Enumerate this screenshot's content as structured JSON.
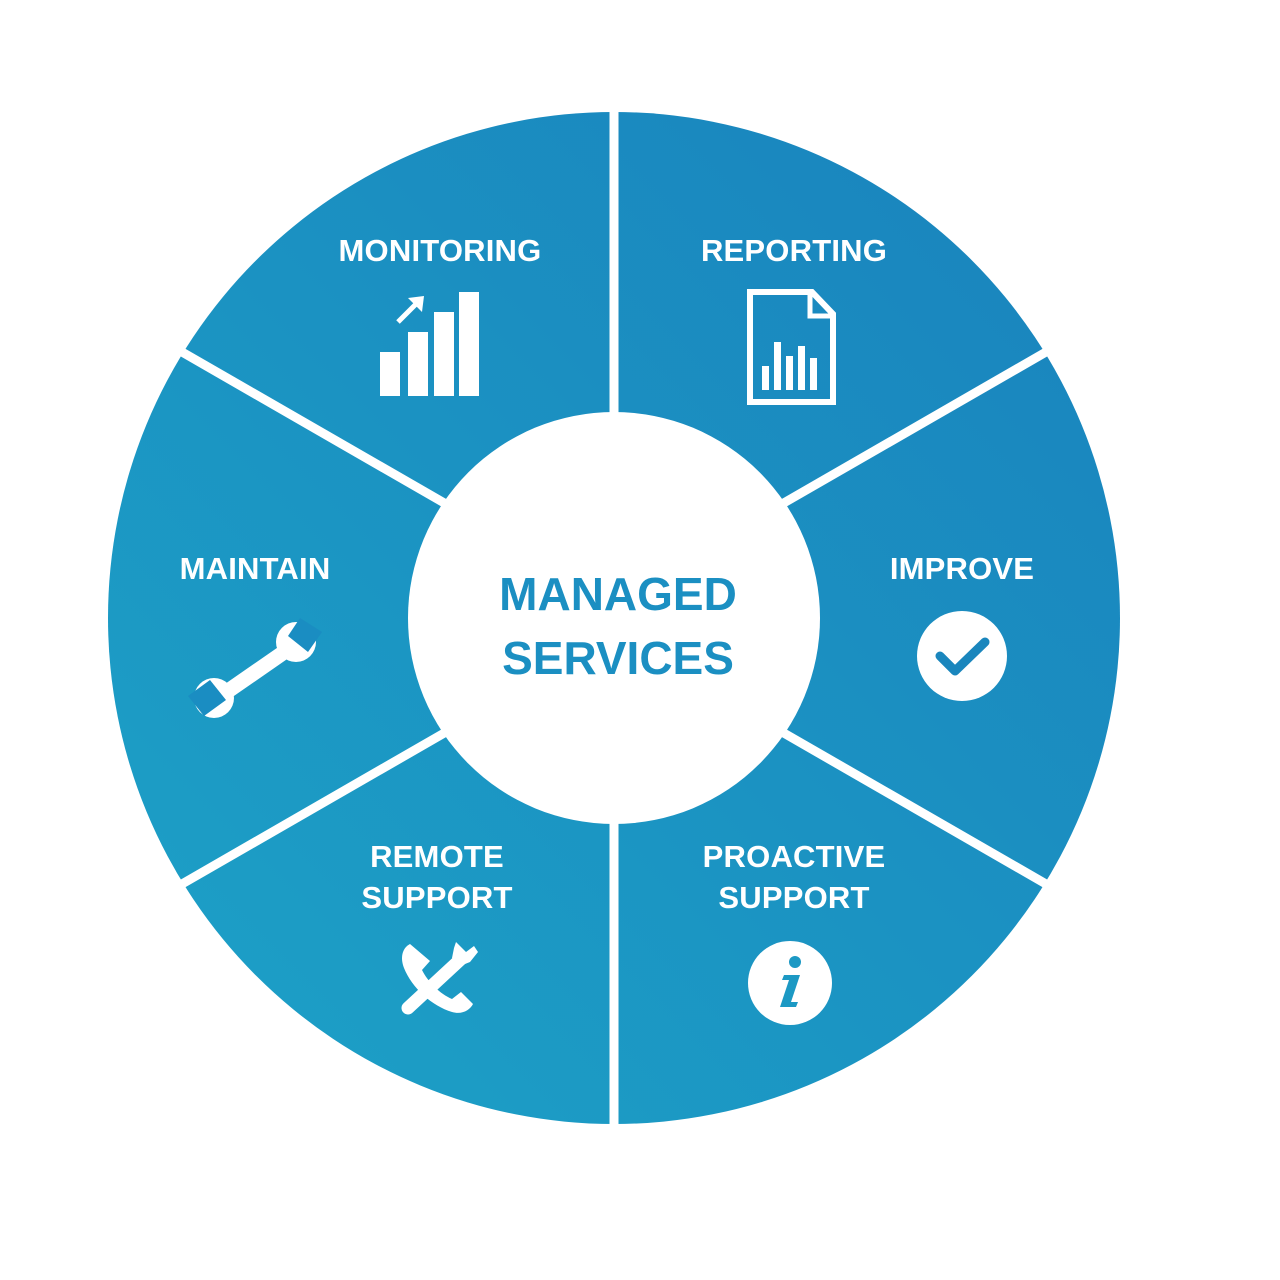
{
  "center": {
    "line1": "MANAGED",
    "line2": "SERVICES"
  },
  "segments": [
    {
      "id": "monitoring",
      "lines": [
        "MONITORING"
      ],
      "icon": "bar-chart-growth-icon"
    },
    {
      "id": "reporting",
      "lines": [
        "REPORTING"
      ],
      "icon": "report-document-icon"
    },
    {
      "id": "improve",
      "lines": [
        "IMPROVE"
      ],
      "icon": "checkmark-circle-icon"
    },
    {
      "id": "proactive-support",
      "lines": [
        "PROACTIVE",
        "SUPPORT"
      ],
      "icon": "info-circle-icon"
    },
    {
      "id": "remote-support",
      "lines": [
        "REMOTE",
        "SUPPORT"
      ],
      "icon": "phone-wrench-icon"
    },
    {
      "id": "maintain",
      "lines": [
        "MAINTAIN"
      ],
      "icon": "wrench-icon"
    }
  ],
  "colors": {
    "wheel_dark": "#1a86bd",
    "wheel_light": "#1c9dc6",
    "center_text": "#1b8fc2",
    "divider": "#ffffff"
  }
}
